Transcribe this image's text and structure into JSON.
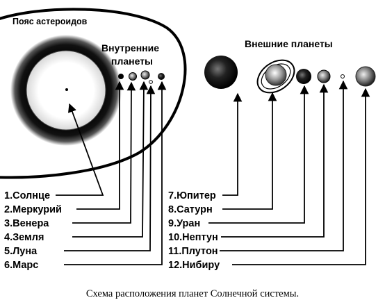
{
  "belt_label": "Пояс астероидов",
  "inner_header": [
    "Внутренние",
    "планеты"
  ],
  "outer_header": "Внешние планеты",
  "inner_labels": [
    "1.Солнце",
    "2.Меркурий",
    "3.Венера",
    "4.Земля",
    "5.Луна",
    "6.Марс"
  ],
  "outer_labels": [
    "7.Юпитер",
    "8.Сатурн",
    "9.Уран",
    "10.Нептун",
    "11.Плутон",
    "12.Нибиру"
  ],
  "caption": "Схема расположения планет Солнечной системы."
}
